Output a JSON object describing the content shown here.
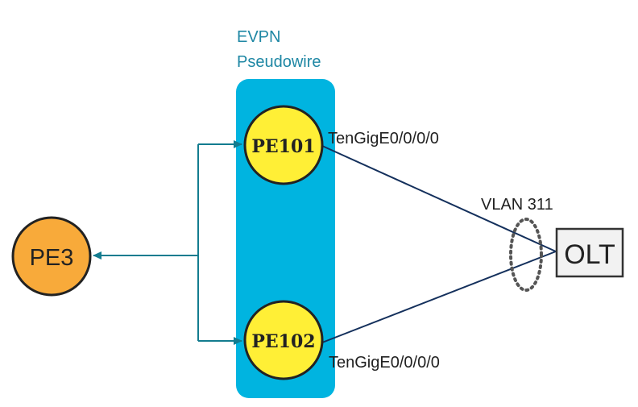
{
  "title": {
    "line1": "EVPN",
    "line2": "Pseudowire"
  },
  "nodes": {
    "pe3": "PE3",
    "pe101": "PE101",
    "pe102": "PE102",
    "olt": "OLT"
  },
  "labels": {
    "pe101_interface": "TenGigE0/0/0/0",
    "pe102_interface": "TenGigE0/0/0/0",
    "vlan": "VLAN 311"
  },
  "colors": {
    "evpn_block": "#00b4e0",
    "pe_yellow": "#ffef36",
    "pe3_orange": "#f8aa3a",
    "title_teal": "#1e87a4",
    "link_teal": "#137c8f",
    "link_navy": "#14305c"
  }
}
